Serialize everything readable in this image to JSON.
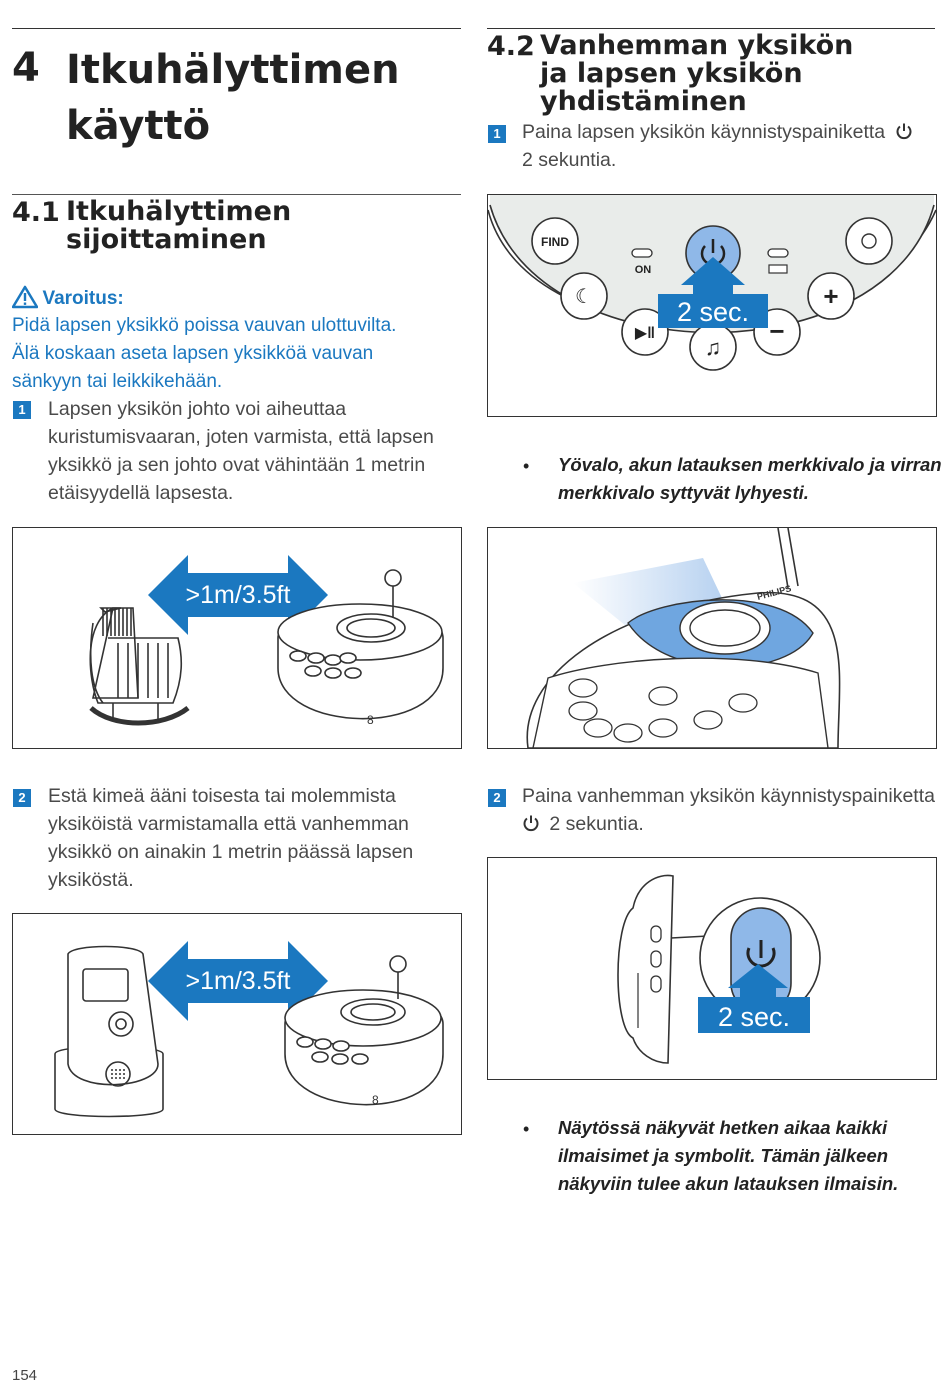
{
  "chapter": {
    "number": "4",
    "title_line1": "Itkuhälyttimen",
    "title_line2": "käyttö"
  },
  "section_4_1": {
    "number": "4.1",
    "title_line1": "Itkuhälyttimen",
    "title_line2": "sijoittaminen",
    "warning_title": "Varoitus:",
    "warning_lines": [
      "Pidä lapsen yksikkö poissa vauvan ulottuvilta.",
      "Älä koskaan aseta lapsen yksikköä vauvan",
      "sänkyyn tai leikkikehään."
    ],
    "step1_number": "1",
    "step1_lines": [
      "Lapsen yksikön johto voi aiheuttaa",
      "kuristumisvaaran, joten varmista, että lapsen",
      "yksikkö ja sen johto ovat vähintään 1 metrin",
      "etäisyydellä lapsesta."
    ],
    "figure1_distance": ">1m/3.5ft",
    "step2_number": "2",
    "step2_lines": [
      "Estä kimeä ääni toisesta tai molemmista",
      "yksiköistä varmistamalla että vanhemman",
      "yksikkö on ainakin 1 metrin päässä lapsen",
      "yksiköstä."
    ],
    "figure2_distance": ">1m/3.5ft"
  },
  "section_4_2": {
    "number": "4.2",
    "title_line1": "Vanhemman yksikön",
    "title_line2": "ja lapsen yksikön",
    "title_line3": "yhdistäminen",
    "step1_number": "1",
    "step1_line1": "Paina lapsen yksikön käynnistyspainiketta",
    "step1_line2": "2 sekuntia.",
    "panel": {
      "find_label": "FIND",
      "on_label": "ON",
      "hold_label": "2 sec."
    },
    "bullet1_lines": [
      "Yövalo, akun latauksen merkkivalo ja virran",
      "merkkivalo syttyvät lyhyesti."
    ],
    "step2_number": "2",
    "step2_line1": "Paina vanhemman yksikön käynnistyspainiketta",
    "step2_line2": "2 sekuntia.",
    "parent_hold_label": "2 sec.",
    "bullet2_lines": [
      "Näytössä näkyvät hetken aikaa kaikki",
      "ilmaisimet ja symbolit. Tämän jälkeen",
      "näkyviin tulee akun latauksen ilmaisin."
    ],
    "brand_text": "PHILIPS"
  },
  "page_number": "154",
  "colors": {
    "accent": "#1b78c0",
    "arrow_blue": "#1b78c0",
    "highlight_blue": "#8fb8e8"
  }
}
